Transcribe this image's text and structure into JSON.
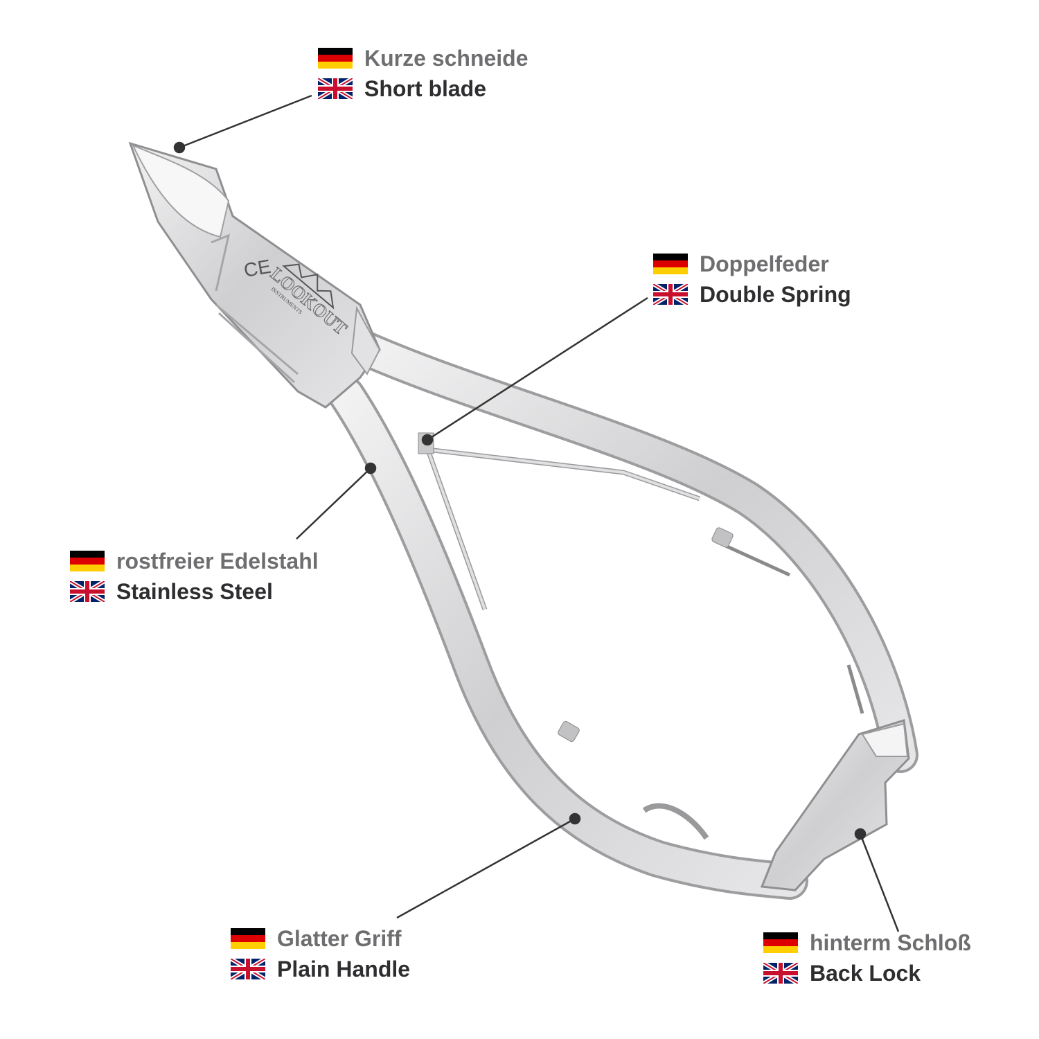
{
  "colors": {
    "de_text": "#6e6e70",
    "en_text": "#2e2e30",
    "leader": "#333333",
    "steel": "#d6d6d8"
  },
  "product": {
    "ce_mark": "CE",
    "logo_brand": "LOOKOUT",
    "logo_sub": "INSTRUMENTS"
  },
  "callouts": [
    {
      "id": "short-blade",
      "de": "Kurze schneide",
      "en": "Short blade"
    },
    {
      "id": "double-spring",
      "de": "Doppelfeder",
      "en": "Double Spring"
    },
    {
      "id": "stainless-steel",
      "de": "rostfreier Edelstahl",
      "en": "Stainless Steel"
    },
    {
      "id": "plain-handle",
      "de": "Glatter Griff",
      "en": "Plain Handle"
    },
    {
      "id": "back-lock",
      "de": "hinterm Schloß",
      "en": "Back Lock"
    }
  ]
}
